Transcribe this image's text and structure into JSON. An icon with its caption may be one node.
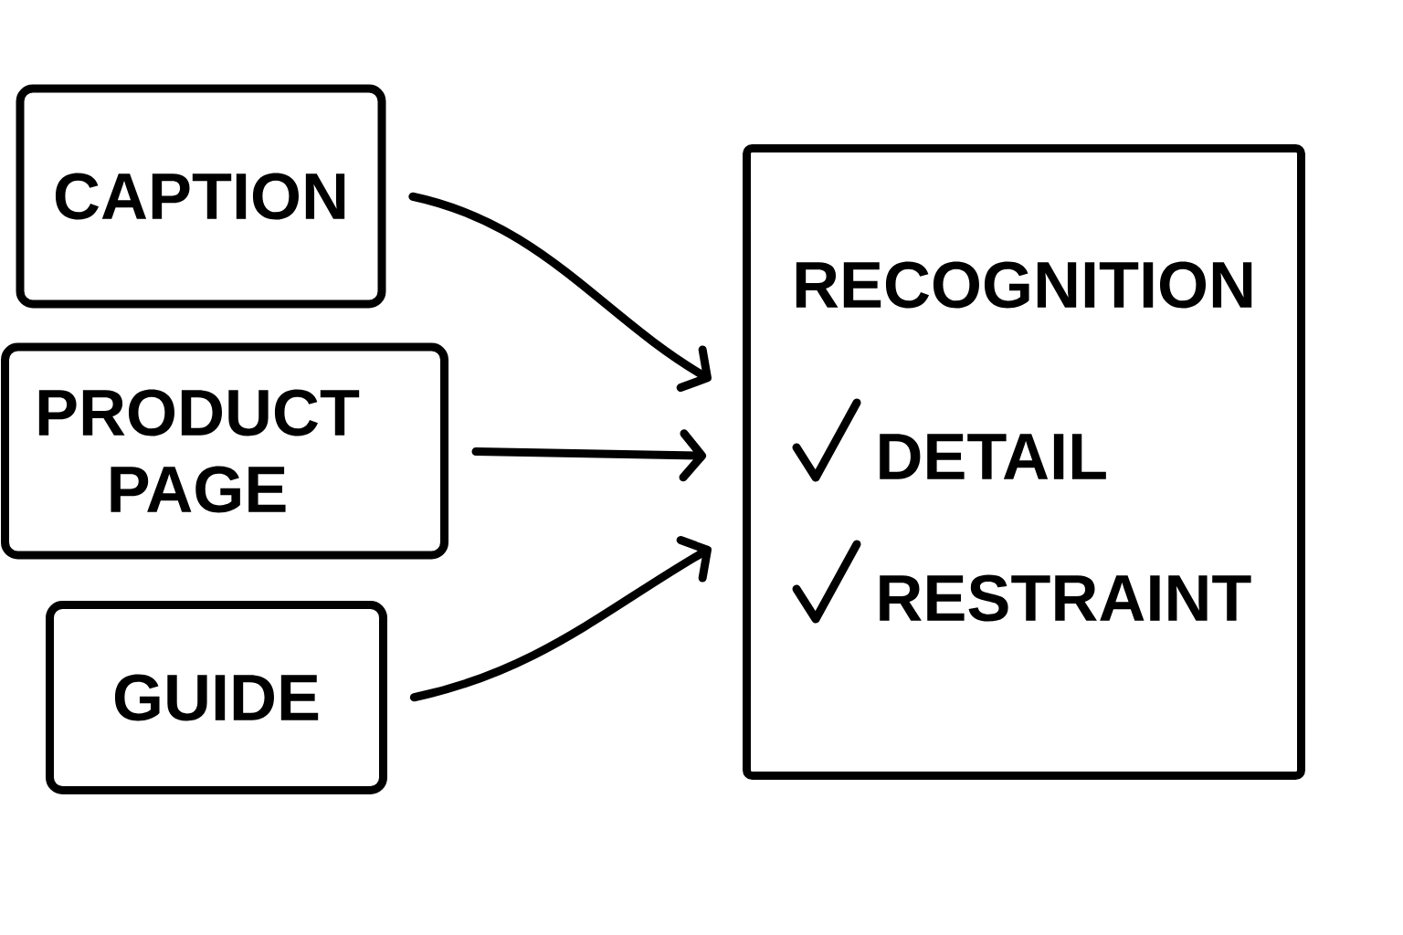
{
  "diagram": {
    "nodes": [
      {
        "text": [
          "CAPTION"
        ]
      },
      {
        "text": [
          "PRODUCT PAGE"
        ]
      },
      {
        "text": [
          "GUIDE"
        ]
      },
      {
        "text": [
          "RECOGNITION",
          "DETAIL",
          "RESTRAINT"
        ]
      }
    ],
    "edges": [
      {
        "from": 0,
        "to": 3,
        "arrow": "to"
      },
      {
        "from": 1,
        "to": 3,
        "arrow": "to"
      },
      {
        "from": 2,
        "to": 3,
        "arrow": "to"
      }
    ]
  }
}
